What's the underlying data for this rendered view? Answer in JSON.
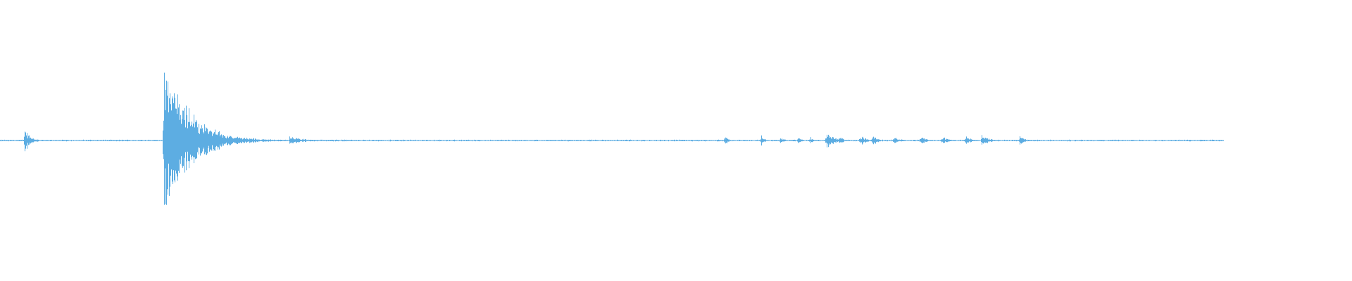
{
  "waveform": {
    "color": "#5dade2",
    "background": "#ffffff",
    "duration_fraction_filled": 0.905,
    "bursts": [
      {
        "center": 0.018,
        "amplitude": 0.14,
        "decay": 0.004
      },
      {
        "center": 0.121,
        "amplitude": 1.0,
        "decay": 0.018
      },
      {
        "center": 0.162,
        "amplitude": 0.05,
        "decay": 0.006
      },
      {
        "center": 0.214,
        "amplitude": 0.05,
        "decay": 0.01
      },
      {
        "center": 0.536,
        "amplitude": 0.07,
        "decay": 0.002
      },
      {
        "center": 0.563,
        "amplitude": 0.06,
        "decay": 0.002
      },
      {
        "center": 0.577,
        "amplitude": 0.06,
        "decay": 0.002
      },
      {
        "center": 0.59,
        "amplitude": 0.05,
        "decay": 0.002
      },
      {
        "center": 0.599,
        "amplitude": 0.05,
        "decay": 0.002
      },
      {
        "center": 0.611,
        "amplitude": 0.09,
        "decay": 0.006
      },
      {
        "center": 0.62,
        "amplitude": 0.06,
        "decay": 0.003
      },
      {
        "center": 0.636,
        "amplitude": 0.07,
        "decay": 0.004
      },
      {
        "center": 0.645,
        "amplitude": 0.06,
        "decay": 0.004
      },
      {
        "center": 0.661,
        "amplitude": 0.05,
        "decay": 0.004
      },
      {
        "center": 0.681,
        "amplitude": 0.05,
        "decay": 0.004
      },
      {
        "center": 0.697,
        "amplitude": 0.05,
        "decay": 0.004
      },
      {
        "center": 0.714,
        "amplitude": 0.05,
        "decay": 0.004
      },
      {
        "center": 0.726,
        "amplitude": 0.06,
        "decay": 0.006
      },
      {
        "center": 0.754,
        "amplitude": 0.05,
        "decay": 0.004
      },
      {
        "center": 0.887,
        "amplitude": 0.02,
        "decay": 0.002
      }
    ],
    "noise_floor": 0.006
  }
}
